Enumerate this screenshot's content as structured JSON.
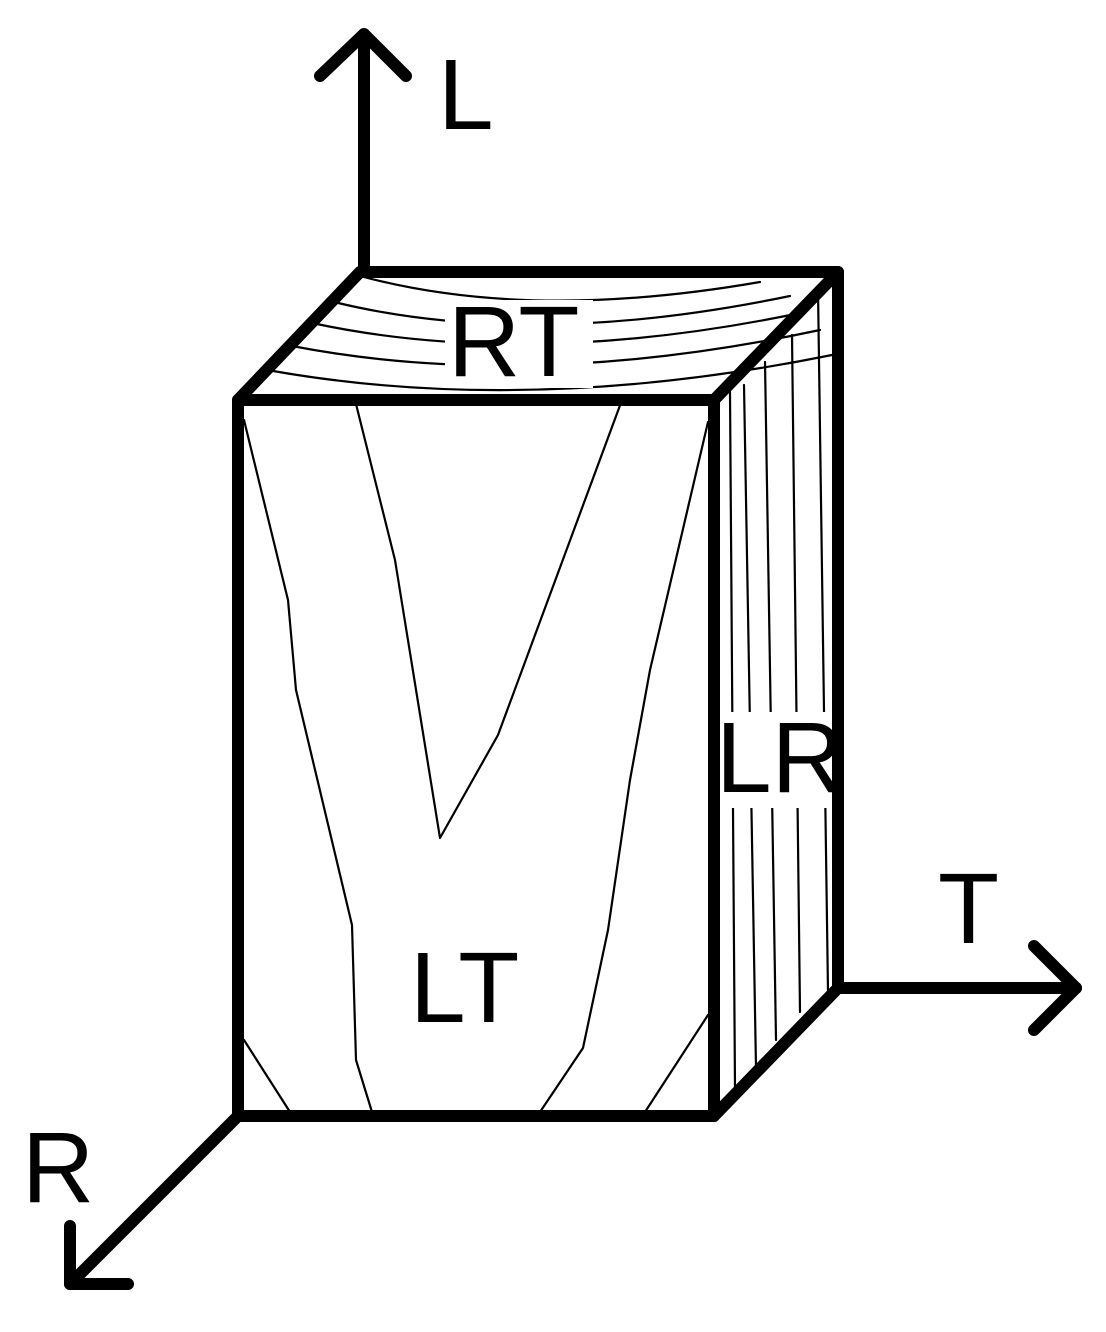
{
  "axes": {
    "longitudinal": "L",
    "tangential": "T",
    "radial": "R"
  },
  "planes": {
    "top_face": "RT",
    "front_face": "LT",
    "side_face": "LR"
  },
  "colors": {
    "line": "#000000",
    "background": "#ffffff"
  }
}
